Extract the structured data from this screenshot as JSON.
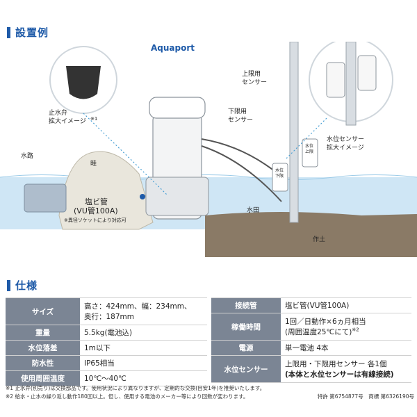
{
  "section1": {
    "title": "設置例"
  },
  "illustration": {
    "brand": "Aquaport",
    "valve_label_1": "止水弁",
    "valve_label_2": "拡大イメージ",
    "valve_note_mark": "※1",
    "canal": "水路",
    "levee": "畦",
    "pipe_label_1": "塩ビ管",
    "pipe_label_2": "(VU管100A)",
    "pipe_note": "※異径ソケットにより対応可",
    "upper_sensor_1": "上限用",
    "upper_sensor_2": "センサー",
    "lower_sensor_1": "下限用",
    "lower_sensor_2": "センサー",
    "sensor_zoom_1": "水位センサー",
    "sensor_zoom_2": "拡大イメージ",
    "paddy": "水田",
    "soil": "作土",
    "tag_lower_a": "水位",
    "tag_lower_b": "下限",
    "tag_upper_a": "水位",
    "tag_upper_b": "上限"
  },
  "section2": {
    "title": "仕様"
  },
  "spec_left": [
    {
      "label": "サイズ",
      "value_1": "高さ：424mm、幅：234mm、",
      "value_2": "奥行：187mm"
    },
    {
      "label": "重量",
      "value_1": "5.5kg(電池込)"
    },
    {
      "label": "水位落差",
      "value_1": "1m以下"
    },
    {
      "label": "防水性",
      "value_1": "IP65相当"
    },
    {
      "label": "使用周囲温度",
      "value_1": "10℃〜40℃"
    }
  ],
  "spec_right": [
    {
      "label": "接続管",
      "value_1": "塩ビ管(VU管100A)"
    },
    {
      "label": "稼働時間",
      "value_1": "1回／日動作×6ヵ月相当",
      "value_2": "(周囲温度25℃にて)",
      "value_mark": "※2"
    },
    {
      "label": "電源",
      "value_1": "単一電池 4本"
    },
    {
      "label": "水位センサー",
      "value_1": "上限用・下限用センサー 各1個",
      "value_2": "(本体と水位センサーは有線接続)"
    }
  ],
  "notes": {
    "note1": "※1 止水弁(別売り)は交換部品です。使用状況により異なりますが、定期的な交換(目安1年)を推奨いたします。",
    "note2": "※2 給水・止水の繰り返し動作180回以上。但し、使用する電池のメーカー等により回数が変わります。",
    "patent": "特許 第6754877号　商標 第6326190号"
  },
  "colors": {
    "accent": "#1e5aa8",
    "header_cell": "#7b8594",
    "water": "#cfe6f5",
    "soil": "#8a7a66"
  }
}
